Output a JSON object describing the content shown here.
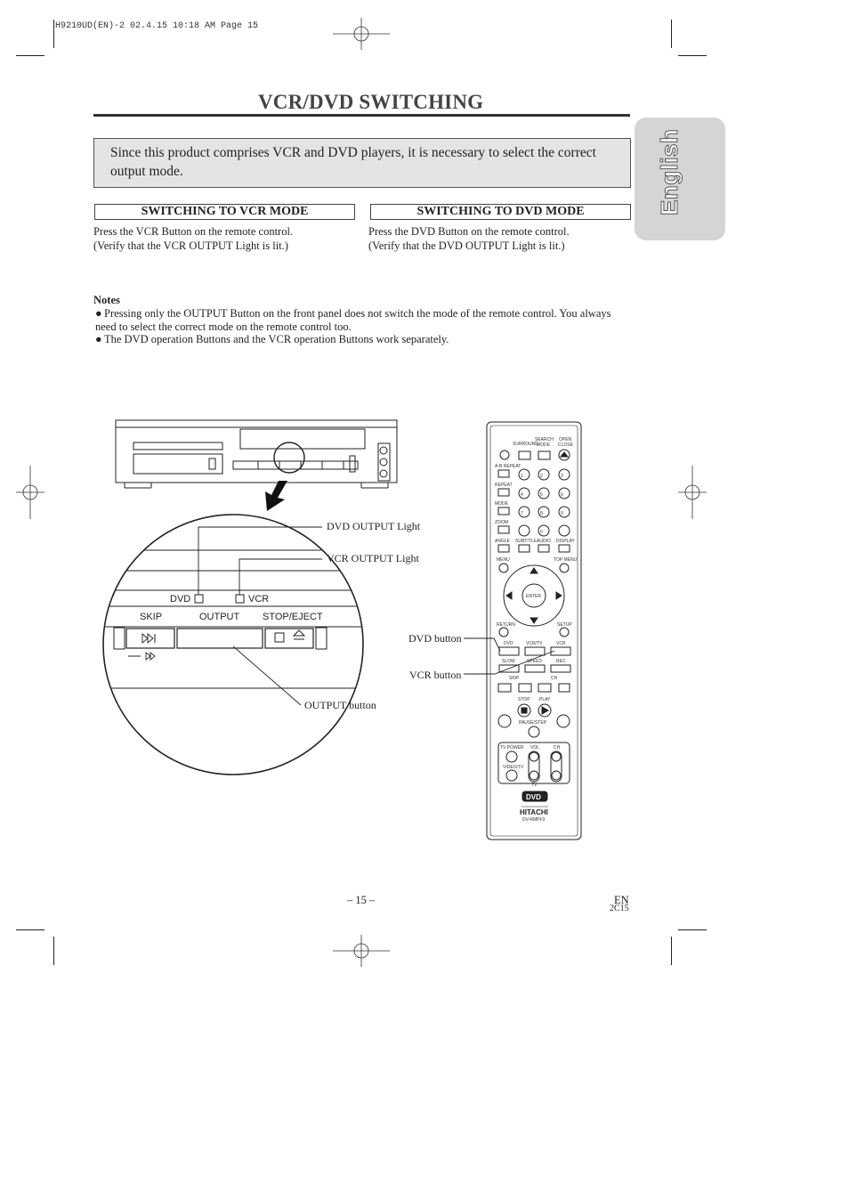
{
  "header": {
    "print_slug": "H9210UD(EN)-2  02.4.15 10:18 AM  Page 15"
  },
  "page": {
    "title": "VCR/DVD SWITCHING",
    "language_tab": "English",
    "page_number": "– 15 –",
    "language_code": "EN",
    "page_code": "2C15"
  },
  "intro": {
    "text": "Since this product comprises VCR and DVD players, it is necessary to select the correct output mode."
  },
  "sections": [
    {
      "heading": "SWITCHING TO VCR MODE",
      "line1": "Press the VCR Button on the remote control.",
      "line2": "(Verify that the VCR OUTPUT Light is lit.)"
    },
    {
      "heading": "SWITCHING TO DVD MODE",
      "line1": "Press the DVD Button on the remote control.",
      "line2": "(Verify that the DVD OUTPUT Light is lit.)"
    }
  ],
  "notes": {
    "heading": "Notes",
    "items": [
      "Pressing only the OUTPUT  Button on the front panel does not switch the mode of the remote control.  You always need to select the correct mode on the remote control too.",
      "The DVD operation Buttons and the VCR operation Buttons work separately."
    ]
  },
  "illustration": {
    "callouts": {
      "dvd_output_light": "DVD OUTPUT Light",
      "vcr_output_light": "VCR OUTPUT Light",
      "output_button": "OUTPUT button",
      "dvd_button": "DVD button",
      "vcr_button": "VCR button"
    },
    "zoom_panel": {
      "dvd": "DVD",
      "vcr": "VCR",
      "skip": "SKIP",
      "output": "OUTPUT",
      "stop_eject": "STOP/EJECT"
    },
    "remote": {
      "row1": [
        "SURROUND",
        "SEARCH MODE",
        "OPEN CLOSE"
      ],
      "labels": [
        "A-B REPEAT",
        "REPEAT",
        "MODE",
        "ZOOM",
        "ANGLE",
        "SUBTITLE",
        "AUDIO",
        "DISPLAY",
        "MENU",
        "TOP MENU",
        "ENTER",
        "RETURN",
        "SETUP",
        "DVD",
        "VCR/TV",
        "VCR",
        "SLOW",
        "SPEED",
        "REC",
        "SKIP",
        "CH",
        "STOP",
        "PLAY",
        "PAUSE/STEP",
        "TV POWER",
        "VOL",
        "CH",
        "VIDEO/TV",
        "TV"
      ],
      "brand": "HITACHI",
      "model": "DV-RMPF3"
    }
  }
}
